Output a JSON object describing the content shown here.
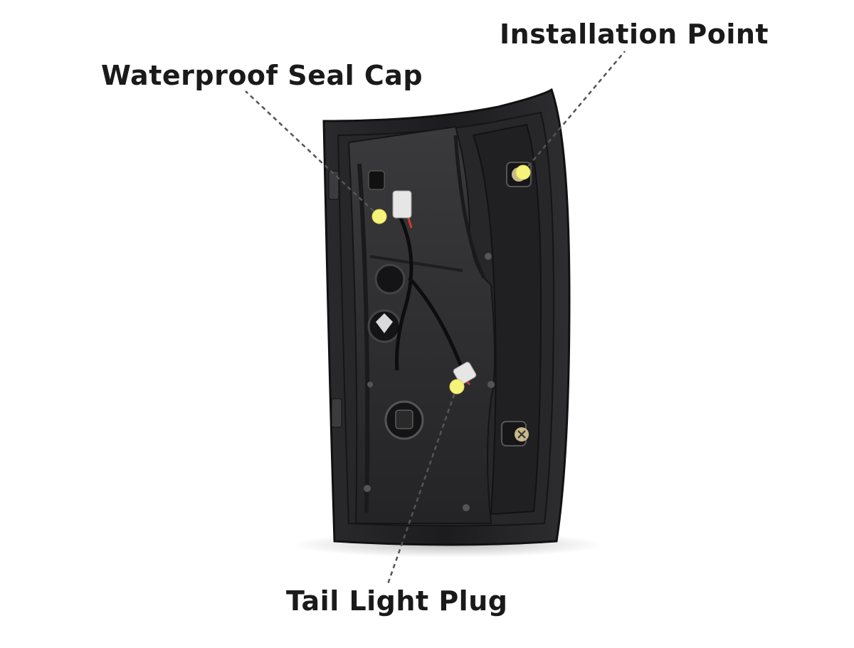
{
  "callouts": {
    "installation_point": "Installation Point",
    "waterproof_seal_cap": "Waterproof Seal Cap",
    "tail_light_plug": "Tail Light Plug"
  },
  "colors": {
    "background": "#ffffff",
    "housing": "#1f1f21",
    "housing_inner": "#2b2b2e",
    "marker": "#f6f37a",
    "leader_line": "#555555",
    "label": "#1a1a1a"
  }
}
